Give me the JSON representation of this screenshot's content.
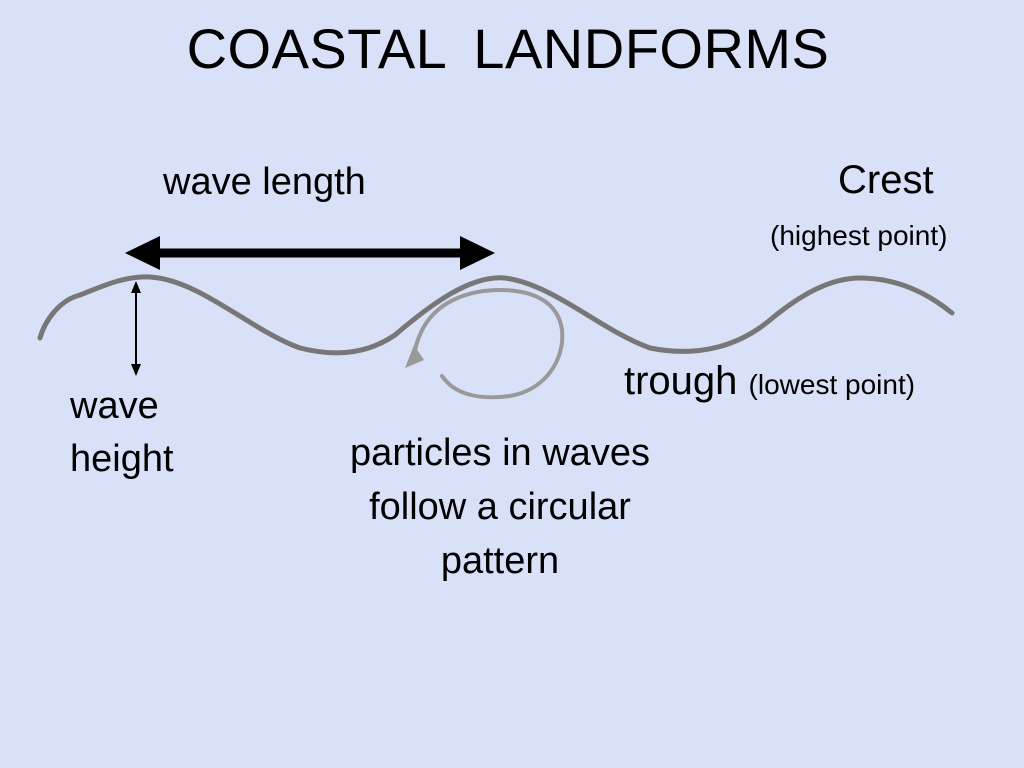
{
  "title": "COASTAL  LANDFORMS",
  "labels": {
    "wave_length": "wave length",
    "crest": "Crest",
    "crest_note": "(highest point)",
    "trough": "trough",
    "trough_note": "(lowest point)",
    "wave_height_line1": "wave",
    "wave_height_line2": "height",
    "particles": "particles in waves follow a circular pattern"
  },
  "colors": {
    "background": "#d9e1f8",
    "wave": "#777777",
    "orbit": "#999999",
    "arrow": "#000000"
  }
}
